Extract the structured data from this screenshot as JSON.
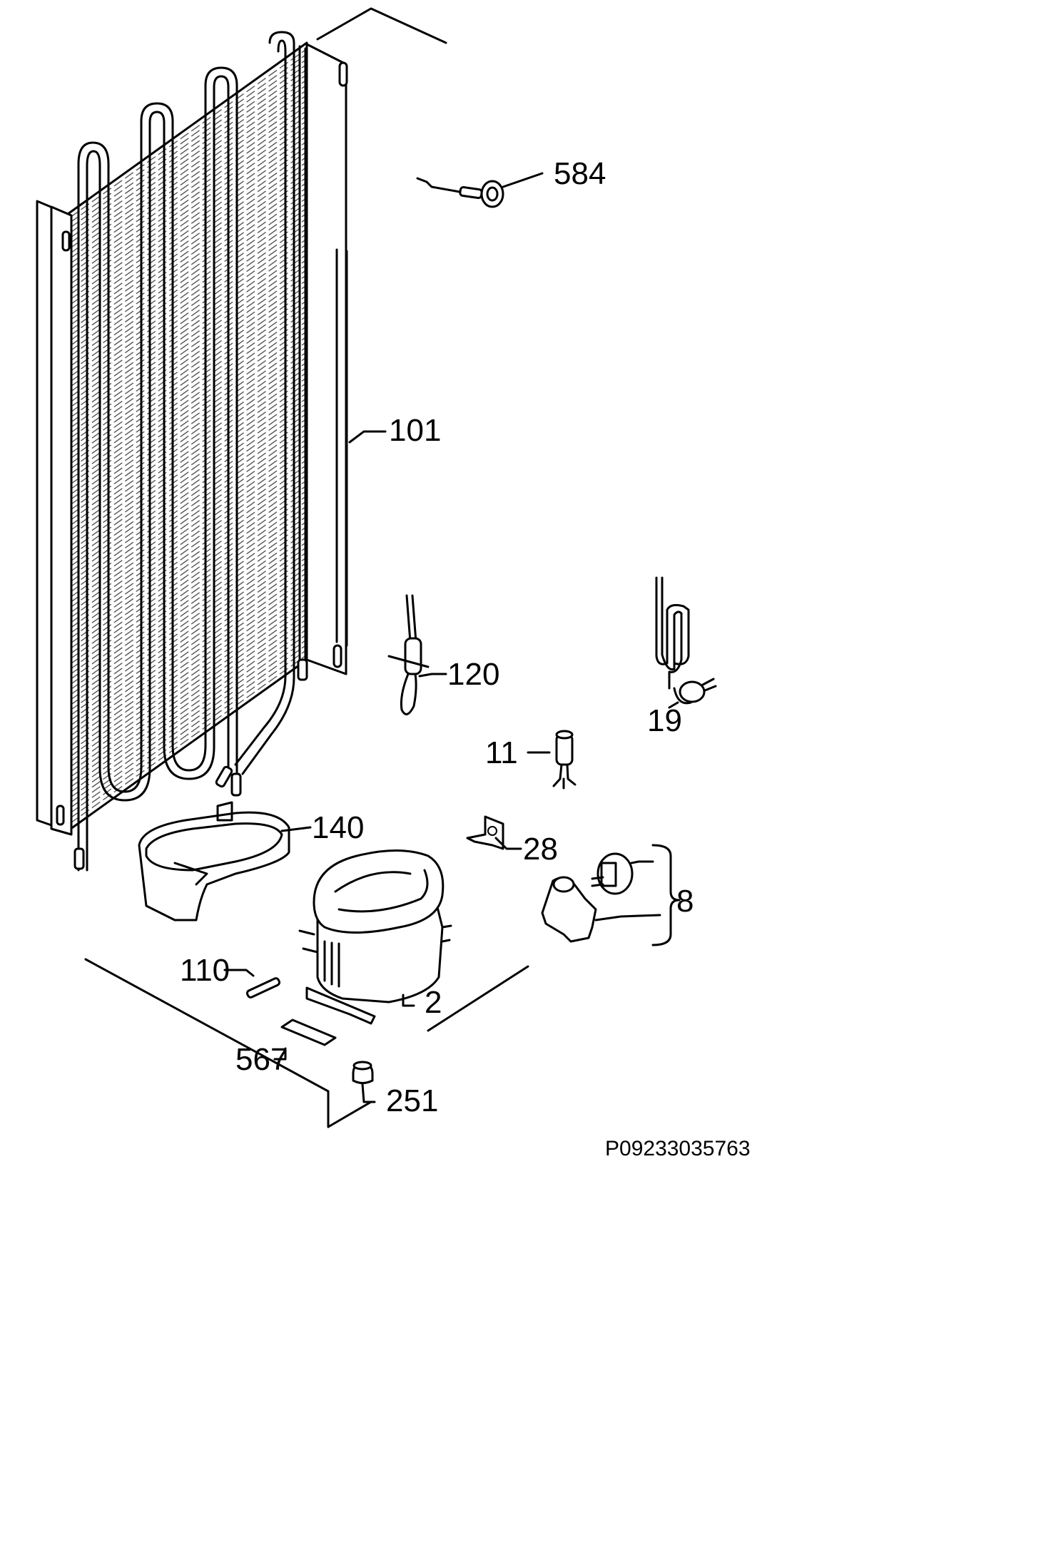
{
  "diagram": {
    "reference_code": "P09233035763",
    "parts": [
      {
        "id": "584",
        "label": "584"
      },
      {
        "id": "101",
        "label": "101"
      },
      {
        "id": "120",
        "label": "120"
      },
      {
        "id": "19",
        "label": "19"
      },
      {
        "id": "11",
        "label": "11"
      },
      {
        "id": "140",
        "label": "140"
      },
      {
        "id": "28",
        "label": "28"
      },
      {
        "id": "8",
        "label": "8"
      },
      {
        "id": "110",
        "label": "110"
      },
      {
        "id": "2",
        "label": "2"
      },
      {
        "id": "567",
        "label": "567"
      },
      {
        "id": "251",
        "label": "251"
      }
    ]
  }
}
